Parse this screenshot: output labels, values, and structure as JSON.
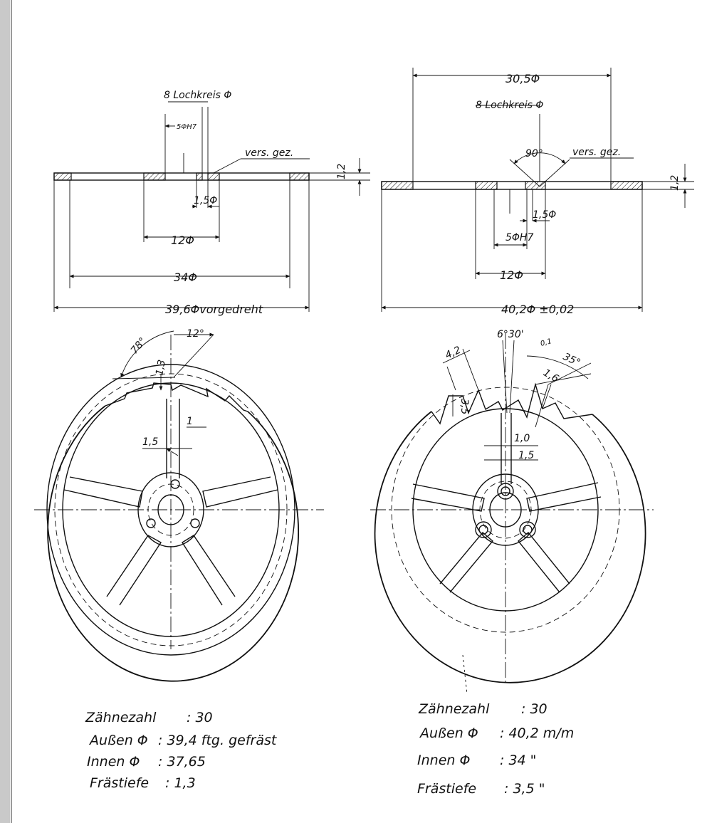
{
  "left": {
    "labels": {
      "lochkreis": "8 Lochkreis Φ",
      "d5h7": "5ΦH7",
      "vers": "vers. gez.",
      "th12": "1,2",
      "d15": "1,5Φ",
      "d12": "12Φ",
      "d34": "34Φ",
      "d396": "39,6Φvorgedreht",
      "a78": "78°",
      "a12": "12°",
      "t13": "1,3",
      "w15": "1,5",
      "w1": "1"
    },
    "specs": [
      {
        "k": "Zähnezahl",
        "v": ": 30"
      },
      {
        "k": "Außen Φ",
        "v": ": 39,4 ftg. gefräst"
      },
      {
        "k": "Innen Φ",
        "v": ": 37,65"
      },
      {
        "k": "Frästiefe",
        "v": ": 1,3"
      }
    ]
  },
  "right": {
    "labels": {
      "d305": "30,5Φ",
      "lochkreis": "8 Lochkreis Φ",
      "a90": "90°",
      "vers": "vers. gez.",
      "th12": "1,2",
      "d15": "1,5Φ",
      "d5h7": "5ΦH7",
      "d12": "12Φ",
      "d402": "40,2Φ ±0,02",
      "a630": "6°30'",
      "t42": "4,2",
      "t01": "0,1",
      "a35": "35°",
      "t16": "1,6",
      "t35": "3,5",
      "w10": "1,0",
      "w15": "1,5"
    },
    "specs": [
      {
        "k": "Zähnezahl",
        "v": ": 30"
      },
      {
        "k": "Außen Φ",
        "v": ": 40,2 m/m"
      },
      {
        "k": "Innen Φ",
        "v": ": 34 \""
      },
      {
        "k": "Frästiefe",
        "v": ": 3,5 \""
      }
    ]
  }
}
